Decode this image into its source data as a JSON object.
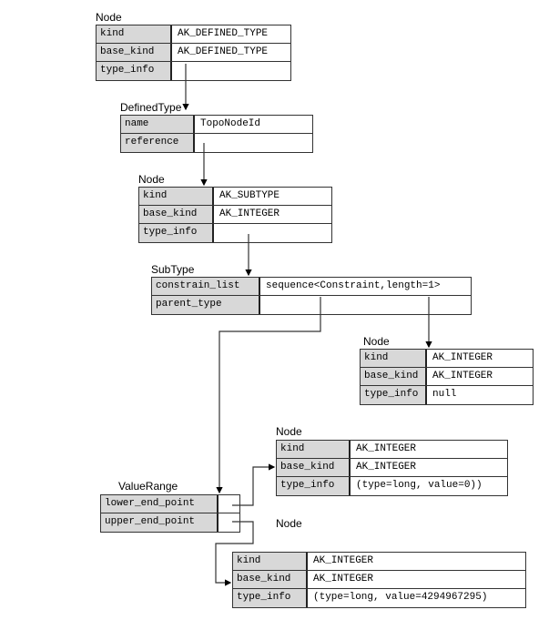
{
  "nodes": [
    {
      "title": "Node",
      "rows": [
        {
          "k": "kind",
          "v": "AK_DEFINED_TYPE"
        },
        {
          "k": "base_kind",
          "v": "AK_DEFINED_TYPE"
        },
        {
          "k": "type_info",
          "v": ""
        }
      ]
    },
    {
      "title": "DefinedType",
      "rows": [
        {
          "k": "name",
          "v": "TopoNodeId"
        },
        {
          "k": "reference",
          "v": ""
        }
      ]
    },
    {
      "title": "Node",
      "rows": [
        {
          "k": "kind",
          "v": "AK_SUBTYPE"
        },
        {
          "k": "base_kind",
          "v": "AK_INTEGER"
        },
        {
          "k": "type_info",
          "v": ""
        }
      ]
    },
    {
      "title": "SubType",
      "rows": [
        {
          "k": "constrain_list",
          "v": "sequence<Constraint,length=1>"
        },
        {
          "k": "parent_type",
          "v": ""
        }
      ]
    },
    {
      "title": "Node",
      "rows": [
        {
          "k": "kind",
          "v": "AK_INTEGER"
        },
        {
          "k": "base_kind",
          "v": "AK_INTEGER"
        },
        {
          "k": "type_info",
          "v": "null"
        }
      ]
    },
    {
      "title": "Node",
      "rows": [
        {
          "k": "kind",
          "v": "AK_INTEGER"
        },
        {
          "k": "base_kind",
          "v": "AK_INTEGER"
        },
        {
          "k": "type_info",
          "v": "(type=long, value=0))"
        }
      ]
    },
    {
      "title": "ValueRange",
      "rows": [
        {
          "k": "lower_end_point",
          "v": ""
        },
        {
          "k": "upper_end_point",
          "v": ""
        }
      ]
    },
    {
      "title": "Node",
      "rows": [
        {
          "k": "kind",
          "v": "AK_INTEGER"
        },
        {
          "k": "base_kind",
          "v": "AK_INTEGER"
        },
        {
          "k": "type_info",
          "v": "(type=long, value=4294967295)"
        }
      ]
    }
  ]
}
